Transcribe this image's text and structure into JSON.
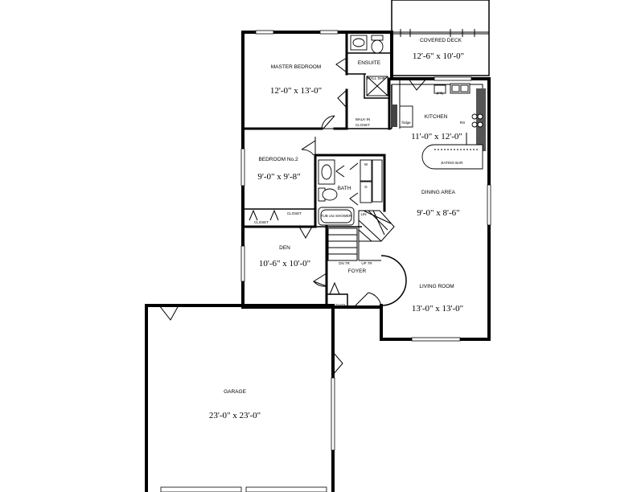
{
  "rooms": {
    "covered_deck": {
      "name": "COVERED DECK",
      "dims": "12'-6\" x 10'-0\""
    },
    "master_bedroom": {
      "name": "MASTER BEDROOM",
      "dims": "12'-0\" x 13'-0\""
    },
    "ensuite": {
      "name": "ENSUITE"
    },
    "walk_in_closet": {
      "name_line1": "WALK-IN",
      "name_line2": "CLOSET"
    },
    "kitchen": {
      "name": "KITCHEN",
      "dims": "11'-0\" x 12'-0\""
    },
    "eating_bar": {
      "name": "EATING BAR"
    },
    "bedroom2": {
      "name": "BEDROOM No.2",
      "dims": "9'-0\" x 9'-8\""
    },
    "bath": {
      "name": "BATH"
    },
    "tub_shower": {
      "name": "TUB c/w SHOWER"
    },
    "closet": {
      "name": "CLOSET"
    },
    "dining": {
      "name": "DINING AREA",
      "dims": "9'-0\" x 8'-6\""
    },
    "den": {
      "name": "DEN",
      "dims": "10'-6\" x 10'-0\""
    },
    "foyer": {
      "name": "FOYER"
    },
    "coats": {
      "name": "COATS"
    },
    "living": {
      "name": "LIVING ROOM",
      "dims": "13'-0\" x 13'-0\""
    },
    "garage": {
      "name": "GARAGE",
      "dims": "23'-0\" x 23'-0\""
    }
  },
  "fixtures": {
    "pantry": "pnty",
    "fridge": "fridge",
    "range": "RG",
    "dishwasher": "D/W",
    "washer": "W",
    "dryer": "D",
    "linen": "LIN",
    "stair_down": "DN 7R",
    "stair_up": "UP 7R",
    "shower": "STALL SHR"
  }
}
